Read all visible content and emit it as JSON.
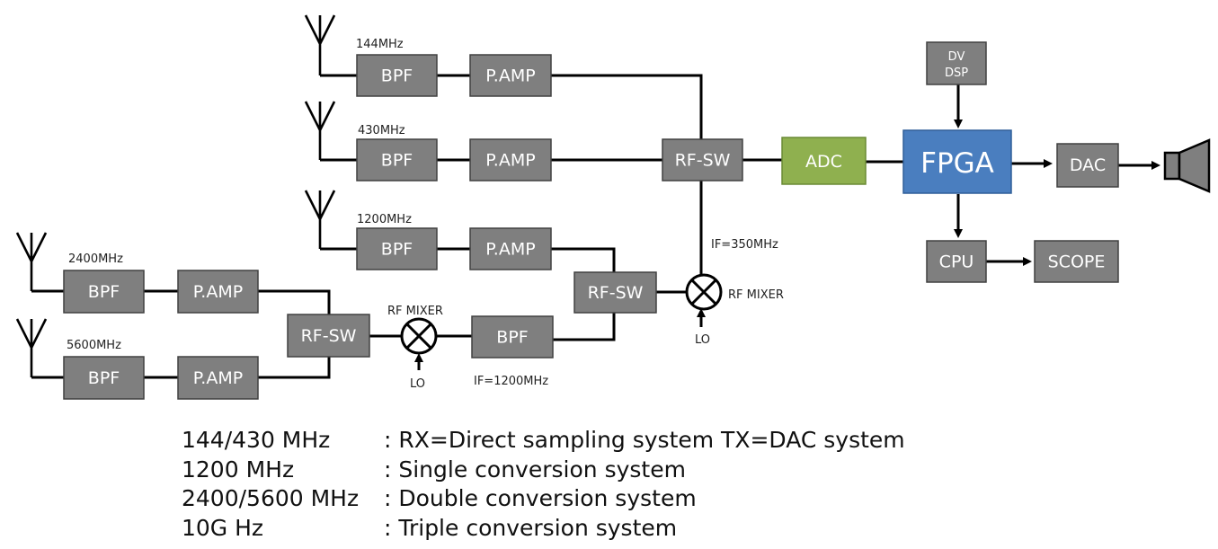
{
  "blocks": {
    "bpf": "BPF",
    "pamp": "P.AMP",
    "rfsw": "RF-SW",
    "adc": "ADC",
    "fpga": "FPGA",
    "dac": "DAC",
    "cpu": "CPU",
    "scope": "SCOPE",
    "dvdsp_line1": "DV",
    "dvdsp_line2": "DSP"
  },
  "bands": {
    "b144": "144MHz",
    "b430": "430MHz",
    "b1200": "1200MHz",
    "b2400": "2400MHz",
    "b5600": "5600MHz"
  },
  "labels": {
    "rf_mixer": "RF MIXER",
    "lo": "LO",
    "if350": "IF=350MHz",
    "if1200": "IF=1200MHz"
  },
  "colors": {
    "box": "#7f7f7f",
    "adc": "#8fb04f",
    "fpga": "#4a7ebf"
  },
  "notes": [
    {
      "key": "144/430 MHz",
      "value": ": RX=Direct sampling system  TX=DAC system"
    },
    {
      "key": "1200 MHz",
      "value": ": Single conversion system"
    },
    {
      "key": "2400/5600 MHz",
      "value": ": Double conversion system"
    },
    {
      "key": "10G Hz",
      "value": ": Triple conversion system"
    }
  ]
}
